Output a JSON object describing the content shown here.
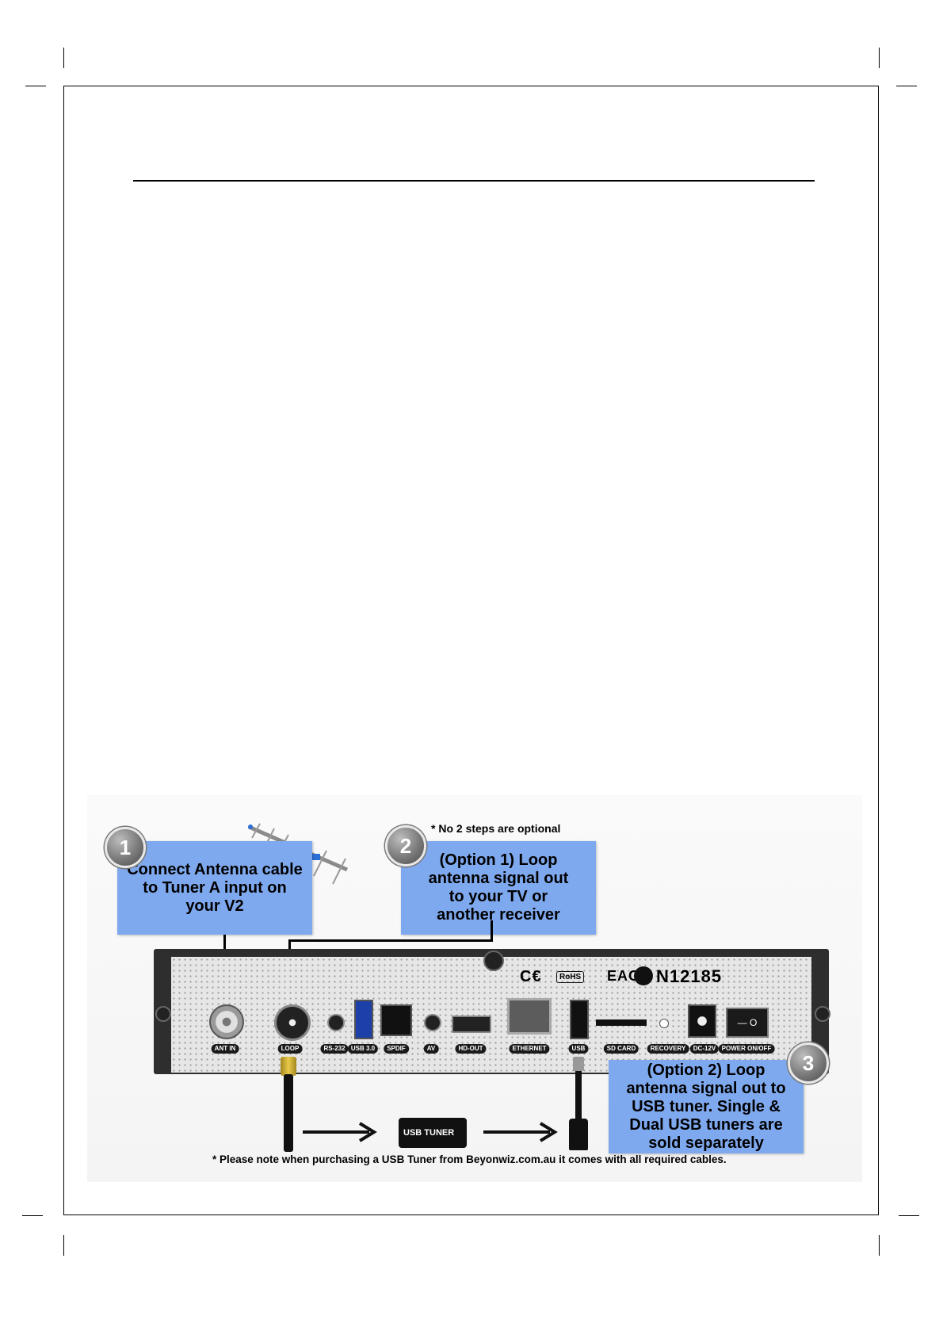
{
  "callouts": {
    "step1": {
      "number": "1",
      "text": "Connect Antenna cable to Tuner A input on your V2"
    },
    "step2": {
      "number": "2",
      "text": "(Option 1) Loop antenna signal out to your TV or another receiver"
    },
    "step3": {
      "number": "3",
      "text": "(Option 2) Loop antenna signal out to USB tuner. Single & Dual USB tuners are sold separately"
    }
  },
  "notes": {
    "optional": "* No 2 steps are optional",
    "purchase": "* Please note when purchasing a USB Tuner from Beyonwiz.com.au it comes with all required cables."
  },
  "ports": [
    "ANT IN",
    "LOOP",
    "RS-232",
    "USB 3.0",
    "SPDIF",
    "AV",
    "HD-OUT",
    "ETHERNET",
    "USB",
    "SD CARD",
    "RECOVERY",
    "DC-12V",
    "POWER ON/OFF"
  ],
  "device": {
    "cert_text": "N12185",
    "rohs_label": "RoHS",
    "switch_label": "— O"
  },
  "usb_tuner_label": "USB TUNER",
  "colors": {
    "callout": "#7fa9ee",
    "panel": "#e9e9e9",
    "frame": "#000000"
  }
}
